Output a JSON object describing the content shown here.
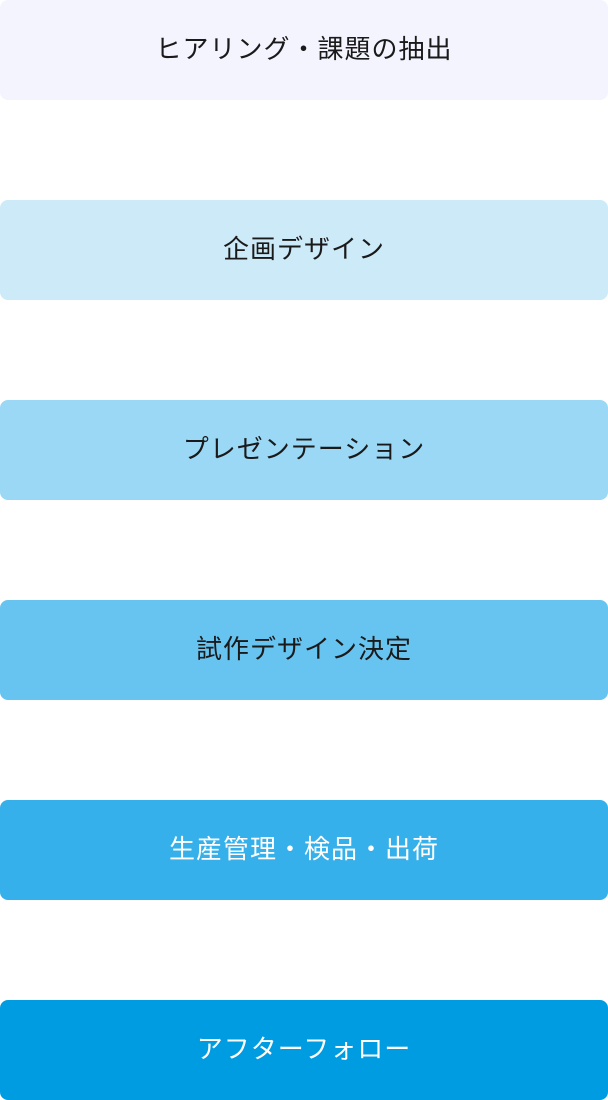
{
  "steps": [
    {
      "label": "ヒアリング・課題の抽出",
      "background": "#f3f4fe",
      "text_color": "#1a1a1a"
    },
    {
      "label": "企画デザイン",
      "background": "#cdeaf8",
      "text_color": "#1a1a1a"
    },
    {
      "label": "プレゼンテーション",
      "background": "#9ad8f5",
      "text_color": "#1a1a1a"
    },
    {
      "label": "試作デザイン決定",
      "background": "#67c3ef",
      "text_color": "#1a1a1a"
    },
    {
      "label": "生産管理・検品・出荷",
      "background": "#35b0ea",
      "text_color": "#ffffff"
    },
    {
      "label": "アフターフォロー",
      "background": "#009ce1",
      "text_color": "#ffffff"
    }
  ]
}
